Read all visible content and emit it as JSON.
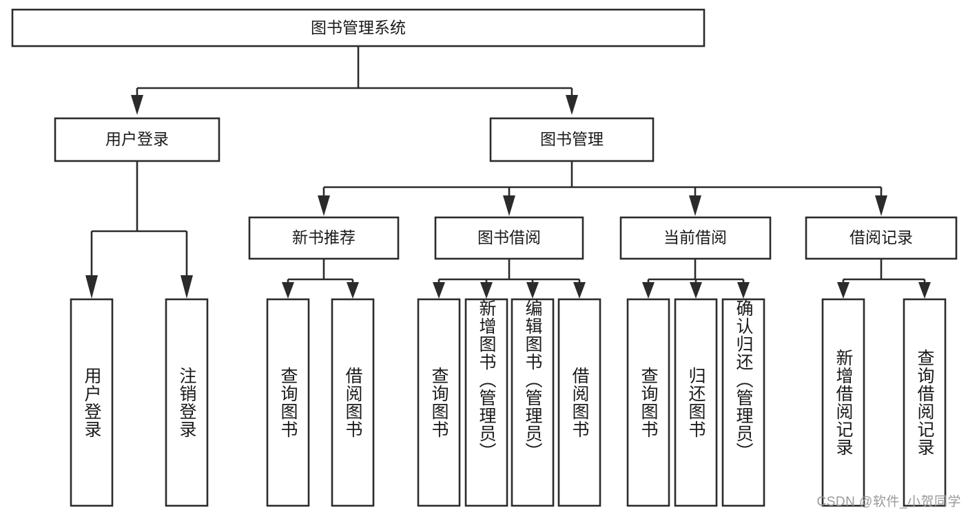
{
  "diagram": {
    "title": "图书管理系统",
    "type": "tree-hierarchy-diagram",
    "orientation": "top-down",
    "colors": {
      "box_stroke": "#2b2b2b",
      "box_fill": "#ffffff",
      "text": "#1a1a1a",
      "watermark": "#9a9a9a",
      "background": "#ffffff"
    },
    "root": {
      "label": "图书管理系统"
    },
    "level2": [
      {
        "label": "用户登录"
      },
      {
        "label": "图书管理"
      }
    ],
    "level3": [
      {
        "label": "新书推荐"
      },
      {
        "label": "图书借阅"
      },
      {
        "label": "当前借阅"
      },
      {
        "label": "借阅记录"
      }
    ],
    "leaves": {
      "user_login": [
        {
          "label": "用户登录"
        },
        {
          "label": "注销登录"
        }
      ],
      "new_book_recommend": [
        {
          "label": "查询图书"
        },
        {
          "label": "借阅图书"
        }
      ],
      "book_borrow": [
        {
          "label": "查询图书"
        },
        {
          "label": "新增图书（管理员）"
        },
        {
          "label": "编辑图书（管理员）"
        },
        {
          "label": "借阅图书"
        }
      ],
      "current_borrow": [
        {
          "label": "查询图书"
        },
        {
          "label": "归还图书"
        },
        {
          "label": "确认归还（管理员）"
        }
      ],
      "borrow_record": [
        {
          "label": "新增借阅记录"
        },
        {
          "label": "查询借阅记录"
        }
      ]
    },
    "watermark": "CSDN @软件_小贺同学"
  }
}
